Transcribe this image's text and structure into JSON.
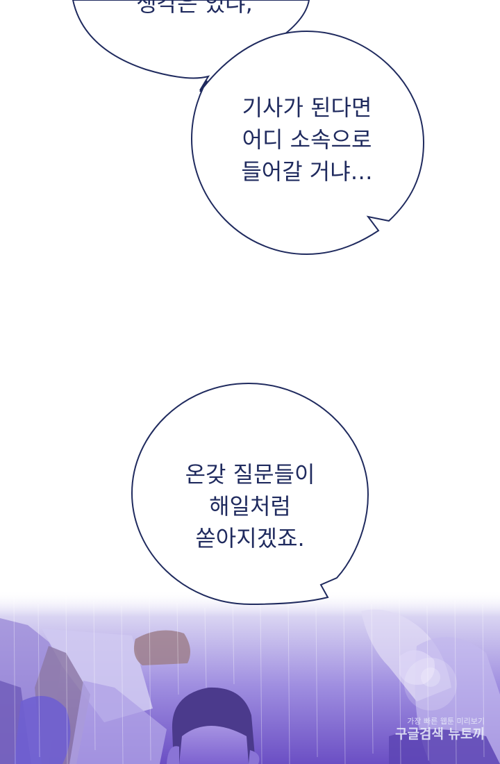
{
  "bubbles": [
    {
      "id": "top",
      "lines": [
        "생각은 있냐,"
      ]
    },
    {
      "id": "mid",
      "lines": [
        "기사가 된다면",
        "어디 소속으로",
        "들어갈 거냐…"
      ]
    },
    {
      "id": "bottom",
      "lines": [
        "온갖 질문들이",
        "해일처럼",
        "쏟아지겠죠."
      ]
    }
  ],
  "watermark": {
    "line1": "가장 빠른 웹툰 미리보기",
    "line2": "구글검색 뉴토끼"
  },
  "colors": {
    "bubble_outline": "#1f2a5e",
    "text": "#1f2a5e",
    "scene_top": "#c9c3ee",
    "scene_bottom": "#6f50c8"
  }
}
